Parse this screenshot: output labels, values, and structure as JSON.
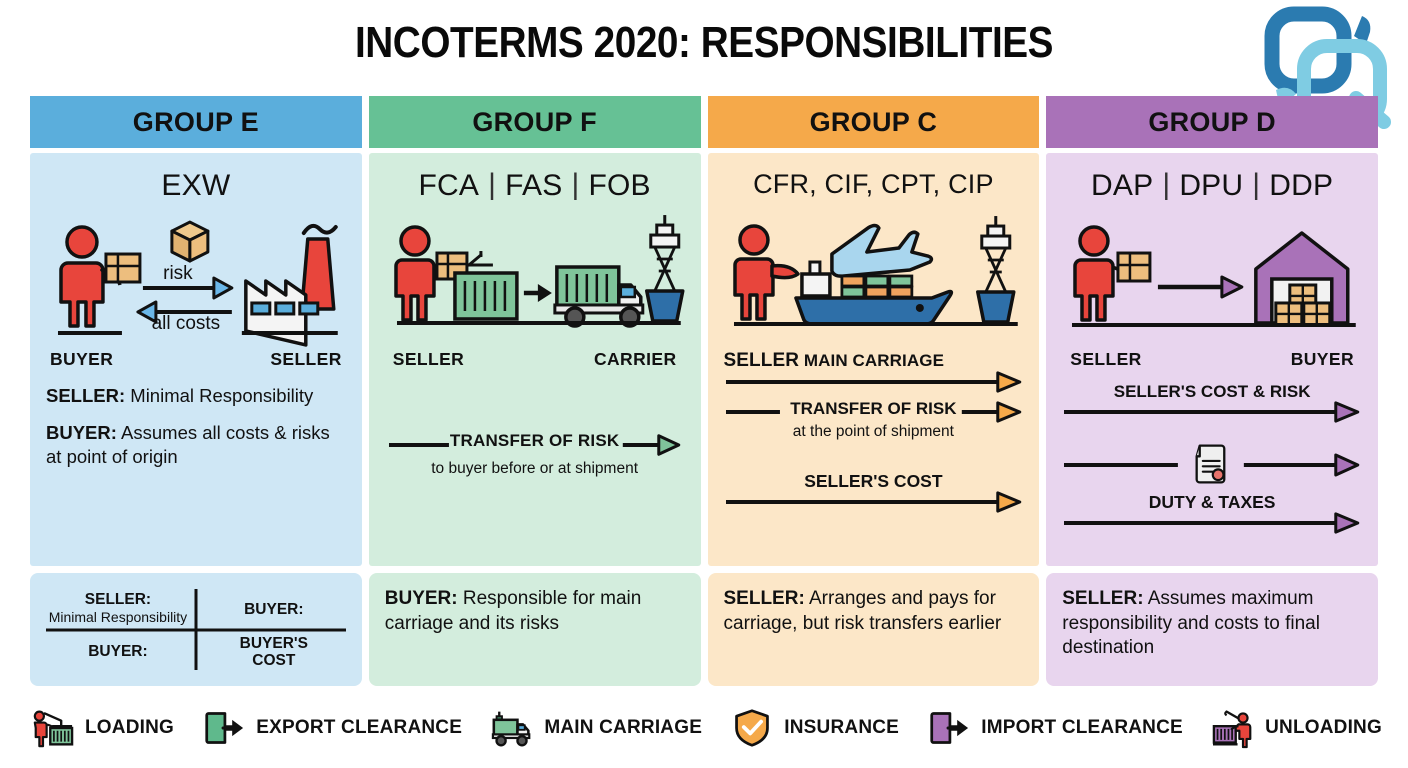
{
  "title": "INCOTERMS 2020: RESPONSIBILITIES",
  "watermark": {
    "name": "cq-logo-watermark",
    "color_dark": "#2B7BB0",
    "color_light": "#7FCCE3"
  },
  "columns": [
    {
      "id": "group-e",
      "header": "GROUP E",
      "header_color": "#5BAEDC",
      "body_color": "#CFE7F5",
      "foot_color": "#CFE7F5",
      "terms": [
        "EXW"
      ],
      "illustration": {
        "left_actor": "buyer-person-with-box",
        "right_actor": "factory",
        "arrow_top_label": "risk",
        "arrow_bottom_label": "all costs",
        "parcel": "package-box-icon"
      },
      "roles": {
        "left": "BUYER",
        "right": "SELLER"
      },
      "paragraphs": [
        {
          "bold": "SELLER:",
          "text": " Minimal Responsibility"
        },
        {
          "bold": "BUYER:",
          "text": " Assumes all costs & risks at point of origin"
        }
      ],
      "foot_quad": {
        "top_left_bold": "SELLER:",
        "top_left_thin": "Minimal Responsibility",
        "top_right": "BUYER:",
        "bottom_left": "BUYER:",
        "bottom_right": "BUYER'S COST"
      }
    },
    {
      "id": "group-f",
      "header": "GROUP F",
      "header_color": "#66C195",
      "body_color": "#D3EDDD",
      "foot_color": "#D3EDDD",
      "terms": [
        "FCA",
        "FAS",
        "FOB"
      ],
      "illustration": {
        "left_actor": "seller-person-loading-container",
        "mid_actor": "truck-with-container",
        "right_actor": "ship-with-mast",
        "arrow": "short-right-arrow"
      },
      "roles": {
        "left": "SELLER",
        "right": "CARRIER"
      },
      "arrows": [
        {
          "label": "TRANSFER OF RISK",
          "sub": "to buyer before or at shipment",
          "color": "#66C195",
          "style": "dashes-both"
        }
      ],
      "foot_text": {
        "bold": "BUYER:",
        "text": " Responsible for main carriage and its risks"
      }
    },
    {
      "id": "group-c",
      "header": "GROUP C",
      "header_color": "#F5A94A",
      "body_color": "#FCE7C8",
      "foot_color": "#FCE7C8",
      "terms": [
        "CFR, CIF, CPT, CIP"
      ],
      "illustration": {
        "left_actor": "seller-person-pointing",
        "mid_actor": "container-ship",
        "top_actor": "airplane",
        "right_actor": "port-crane-ship"
      },
      "arrows": [
        {
          "label": "SELLER",
          "label2": "MAIN CARRIAGE",
          "sub": "",
          "color": "#F5A94A",
          "style": "full"
        },
        {
          "label": "TRANSFER OF RISK",
          "sub": "at the point of shipment",
          "color": "#F5A94A",
          "style": "dashes-both"
        },
        {
          "label": "SELLER'S COST",
          "sub": "",
          "color": "#F5A94A",
          "style": "full"
        }
      ],
      "foot_text": {
        "bold": "SELLER:",
        "text": " Arranges and pays for carriage, but risk transfers earlier"
      }
    },
    {
      "id": "group-d",
      "header": "GROUP D",
      "header_color": "#A972B8",
      "body_color": "#E8D5EE",
      "foot_color": "#E8D5EE",
      "terms": [
        "DAP",
        "DPU",
        "DDP"
      ],
      "illustration": {
        "left_actor": "seller-person-with-box",
        "right_actor": "warehouse-with-boxes",
        "arrow": "long-right-arrow"
      },
      "roles": {
        "left": "SELLER",
        "right": "BUYER"
      },
      "arrows": [
        {
          "label": "SELLER'S COST & RISK",
          "sub": "",
          "color": "#A972B8",
          "style": "full"
        },
        {
          "label": "",
          "sub": "",
          "color": "#A972B8",
          "style": "document",
          "icon": "certificate-document-icon"
        },
        {
          "label": "DUTY & TAXES",
          "sub": "",
          "color": "#A972B8",
          "style": "full"
        }
      ],
      "foot_text": {
        "bold": "SELLER:",
        "text": " Assumes maximum responsibility and costs to final destination"
      }
    }
  ],
  "legend": [
    {
      "icon": "loading-crane-container-icon",
      "label": "LOADING",
      "color": "#66C195"
    },
    {
      "icon": "export-clearance-icon",
      "label": "EXPORT CLEARANCE",
      "color": "#66C195"
    },
    {
      "icon": "main-carriage-truck-icon",
      "label": "MAIN CARRIAGE",
      "color": "#66C195"
    },
    {
      "icon": "insurance-shield-check-icon",
      "label": "INSURANCE",
      "color": "#F5A94A"
    },
    {
      "icon": "import-clearance-icon",
      "label": "IMPORT CLEARANCE",
      "color": "#A972B8"
    },
    {
      "icon": "unloading-container-icon",
      "label": "UNLOADING",
      "color": "#A972B8"
    }
  ]
}
